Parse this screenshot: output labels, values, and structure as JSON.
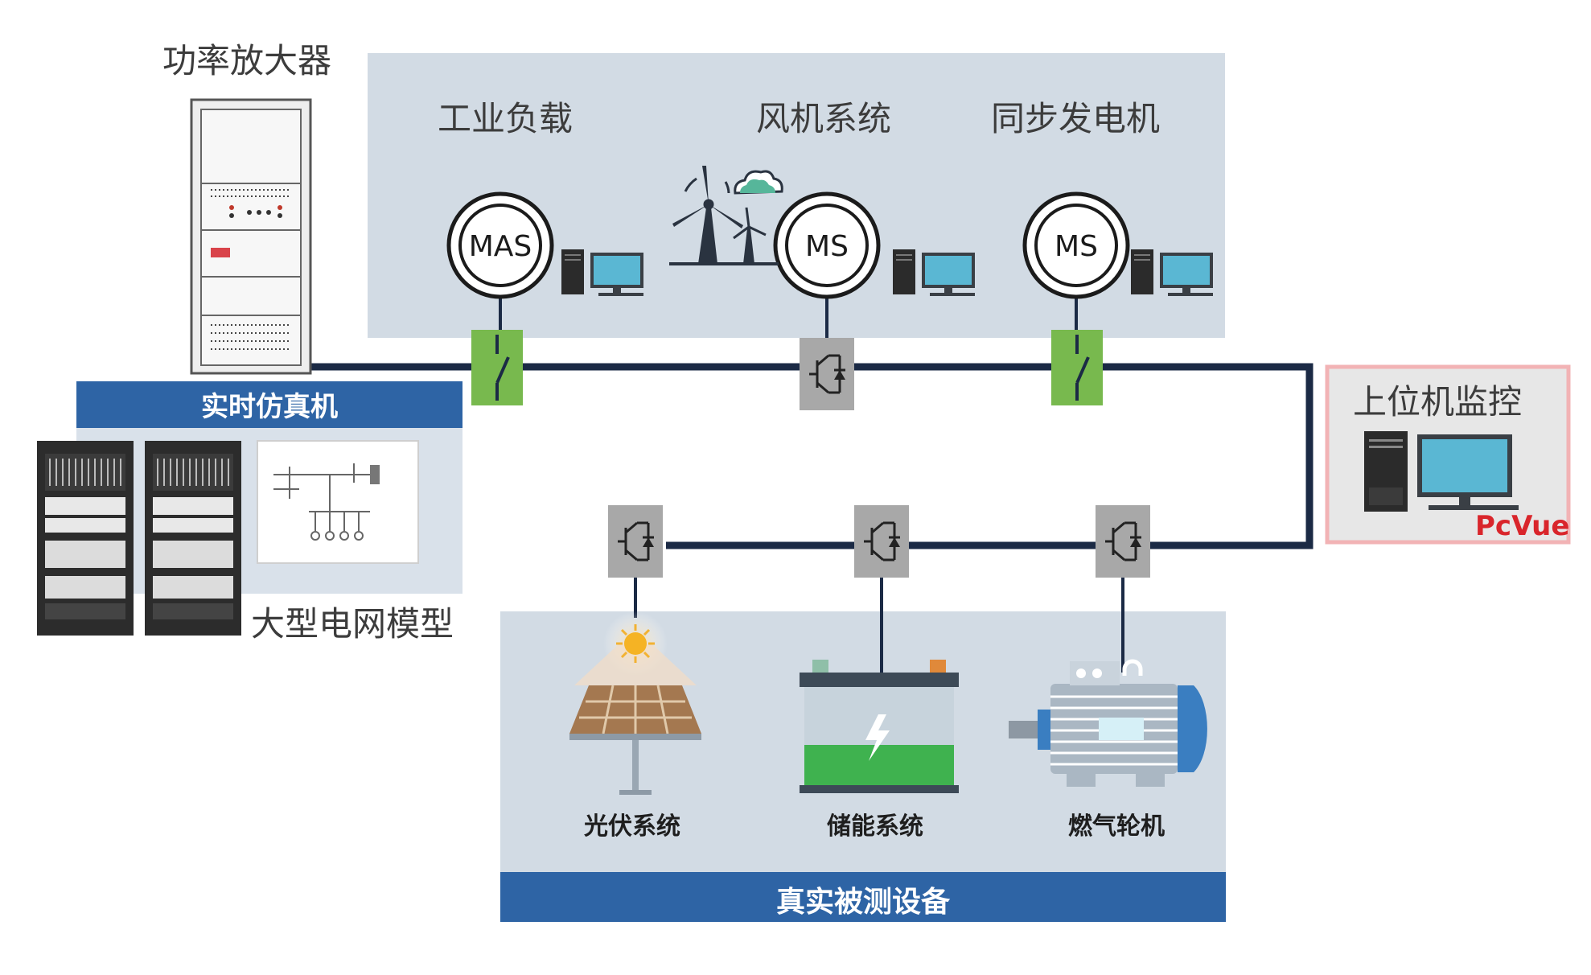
{
  "power_amplifier": {
    "label": "功率放大器"
  },
  "simulator": {
    "banner": "实时仿真机",
    "grid_model_label": "大型电网模型"
  },
  "top_panel": {
    "items": [
      {
        "label": "工业负载",
        "machine": "MAS"
      },
      {
        "label": "风机系统",
        "machine": "MS"
      },
      {
        "label": "同步发电机",
        "machine": "MS"
      }
    ]
  },
  "monitor": {
    "label": "上位机监控",
    "brand": "PcVue"
  },
  "bottom_panel": {
    "banner": "真实被测设备",
    "devices": [
      {
        "label": "光伏系统",
        "icon": "solar-panel-icon"
      },
      {
        "label": "储能系统",
        "icon": "battery-icon"
      },
      {
        "label": "燃气轮机",
        "icon": "electric-motor-icon"
      }
    ]
  },
  "colors": {
    "panel_bg": "#d2dbe4",
    "banner_blue": "#2e64a5",
    "bus_line": "#1b2a45",
    "switch_green": "#78b94e",
    "converter_gray": "#a8a8a8",
    "monitor_border": "#f2b3b5",
    "brand_red": "#d9252b"
  }
}
